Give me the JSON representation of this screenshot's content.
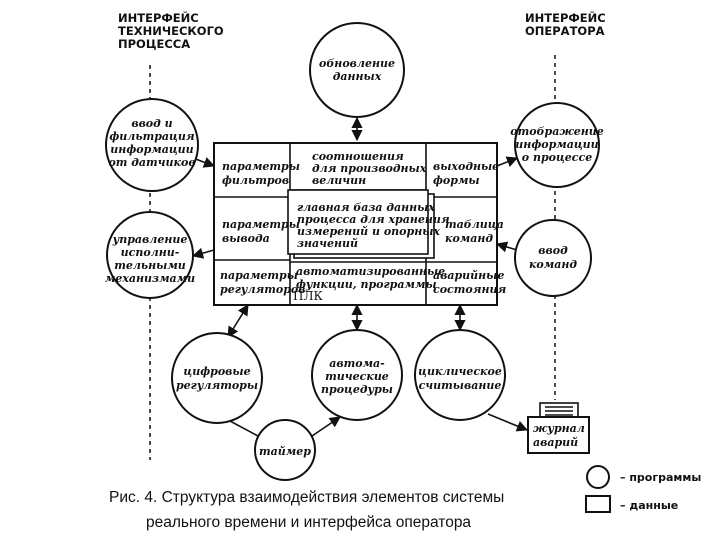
{
  "headers": {
    "tech": [
      "ИНТЕРФЕЙС",
      "ТЕХНИЧЕСКОГО",
      "ПРОЦЕССА"
    ],
    "operator": [
      "ИНТЕРФЕЙС",
      "ОПЕРАТОРА"
    ]
  },
  "programs": {
    "update": [
      "обновление",
      "данных"
    ],
    "input_filter": [
      "ввод и",
      "фильтрация",
      "информации",
      "от датчиков"
    ],
    "control": [
      "управление",
      "исполни-",
      "тельными",
      "механизмами"
    ],
    "display": [
      "отображение",
      "информации",
      "о процессе"
    ],
    "cmd_input": [
      "ввод",
      "команд"
    ],
    "digital_reg": [
      "цифровые",
      "регуляторы"
    ],
    "auto": [
      "автома-",
      "тические",
      "процедуры"
    ],
    "cyclic": [
      "циклическое",
      "считывание"
    ],
    "timer": [
      "таймер"
    ]
  },
  "data": {
    "filter_params": [
      "параметры",
      "фильтров"
    ],
    "ratios": [
      "соотношения",
      "для производных",
      "величин"
    ],
    "output_forms": [
      "выходные",
      "формы"
    ],
    "output_params": [
      "параметры",
      "вывода"
    ],
    "main_db": [
      "главная база данных",
      "процесса для хранения",
      "измерений и опорных",
      "значений"
    ],
    "cmd_table": [
      "таблица",
      "команд"
    ],
    "reg_params": [
      "параметры",
      "регуляторов"
    ],
    "plc_functions": [
      "автоматизированные",
      "функции, программы"
    ],
    "plc_label": "ПЛК",
    "alarm_states": [
      "аварийные",
      "состояния"
    ],
    "alarm_log": [
      "журнал",
      "аварий"
    ]
  },
  "caption": [
    "Рис. 4. Структура взаимодействия элементов системы",
    "реального времени и интерфейса оператора"
  ],
  "legend": {
    "programs": "– программы",
    "data": "– данные"
  }
}
